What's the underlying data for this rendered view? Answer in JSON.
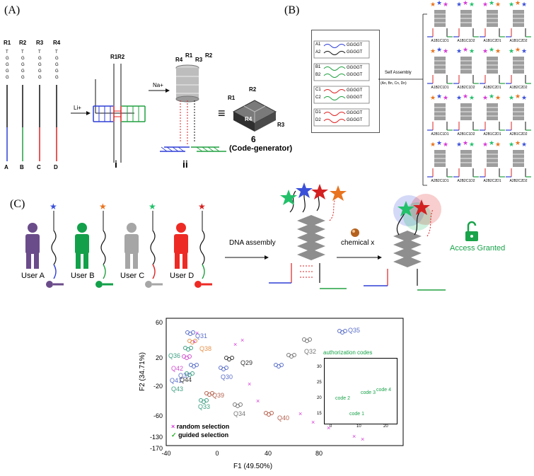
{
  "panels": {
    "a": "(A)",
    "b": "(B)",
    "c": "(C)"
  },
  "panel_a": {
    "strands": [
      {
        "r": "R1",
        "letter": "A",
        "color": "#2e3fd6"
      },
      {
        "r": "R2",
        "letter": "B",
        "color": "#20a040"
      },
      {
        "r": "R3",
        "letter": "C",
        "color": "#e02020"
      },
      {
        "r": "R4",
        "letter": "D",
        "color": "#e02020"
      }
    ],
    "ion1": "Li+",
    "ion2": "Na+",
    "stage_i": "i",
    "stage_ii": "ii",
    "equiv": "≡",
    "cube_number": "6",
    "cube_caption": "(Code-generator)",
    "cube_r": [
      "R1",
      "R2",
      "R3",
      "R4"
    ],
    "seq": [
      "T",
      "G",
      "G",
      "G",
      "G"
    ]
  },
  "panel_b": {
    "inputs": [
      {
        "a": "A1",
        "b": "A2"
      },
      {
        "a": "B1",
        "b": "B2"
      },
      {
        "a": "C1",
        "b": "C2"
      },
      {
        "a": "D1",
        "b": "D2"
      }
    ],
    "tail": "GGGGT",
    "self_assembly": "Self Assembly",
    "self_assembly_sub": "(An, Bn, Cn, Dn)",
    "grid_labels": [
      "A1B1C1D1",
      "A1B1C1D2",
      "A1B1C2D1",
      "A1B1C2D2",
      "A1B2C1D1",
      "A1B2C1D2",
      "A1B2C2D1",
      "A1B2C2D2",
      "A2B1C1D1",
      "A2B1C1D2",
      "A2B1C2D1",
      "A2B1C2D2",
      "A2B2C1D1",
      "A2B2C1D2",
      "A2B2C2D1",
      "A2B2C2D2"
    ]
  },
  "panel_c": {
    "users": [
      {
        "name": "User A",
        "body_color": "#6b4c8a",
        "star_color": "#3b50d9",
        "wire": "#2e3fd6"
      },
      {
        "name": "User B",
        "body_color": "#13a04a",
        "star_color": "#e8741f",
        "wire": "#20a040"
      },
      {
        "name": "User C",
        "body_color": "#a6a6a6",
        "star_color": "#22c06a",
        "wire": "#e02020"
      },
      {
        "name": "User D",
        "body_color": "#ee2a24",
        "star_color": "#d42020",
        "wire": "#20a040"
      }
    ],
    "step1": "DNA assembly",
    "step2": "chemical x",
    "result": "Access Granted",
    "result_color": "#19a34a"
  },
  "chart": {
    "xlabel": "F1 (49.50%)",
    "ylabel": "F2 (34.71%)",
    "x_ticks": [
      "-40",
      "0",
      "40",
      "80"
    ],
    "y_ticks": [
      "60",
      "20",
      "-20",
      "-60",
      "-130",
      "-170"
    ],
    "legend": [
      {
        "label": "random selection",
        "marker": "×",
        "color": "#d63ad6"
      },
      {
        "label": "guided selection",
        "marker": "✓",
        "color": "#20b020"
      }
    ],
    "point_labels": [
      {
        "text": "Q31",
        "color": "#5a6fc9"
      },
      {
        "text": "Q38",
        "color": "#e8924a"
      },
      {
        "text": "Q36",
        "color": "#3f9f83"
      },
      {
        "text": "Q42",
        "color": "#d050d0"
      },
      {
        "text": "Q37",
        "color": "#5a6fc9"
      },
      {
        "text": "Q44",
        "color": "#333333"
      },
      {
        "text": "Q41",
        "color": "#5a6fc9"
      },
      {
        "text": "Q43",
        "color": "#3f9f83"
      },
      {
        "text": "Q29",
        "color": "#333333"
      },
      {
        "text": "Q30",
        "color": "#5a6fc9"
      },
      {
        "text": "Q39",
        "color": "#b5614e"
      },
      {
        "text": "Q33",
        "color": "#3f9f83"
      },
      {
        "text": "Q34",
        "color": "#777777"
      },
      {
        "text": "Q40",
        "color": "#b5614e"
      },
      {
        "text": "Q32",
        "color": "#777777"
      },
      {
        "text": "Q35",
        "color": "#5a6fc9"
      }
    ],
    "inset": {
      "title": "authorization codes",
      "codes": [
        "code 1",
        "code 2",
        "code 3",
        "code 4"
      ],
      "x_ticks": [
        "0",
        "10",
        "20"
      ],
      "y_ticks": [
        "30",
        "25",
        "20",
        "15"
      ]
    }
  }
}
